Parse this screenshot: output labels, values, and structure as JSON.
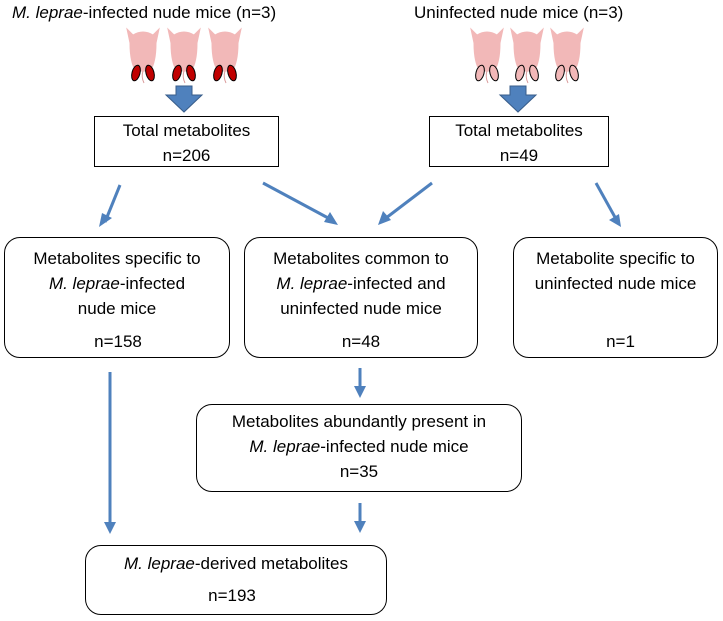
{
  "groups": {
    "infected": {
      "label_italic": "M. leprae",
      "label_rest": "-infected nude mice (n=3)"
    },
    "uninfected": {
      "label": "Uninfected nude mice (n=3)"
    }
  },
  "total_infected": {
    "title": "Total metabolites",
    "count": "n=206"
  },
  "total_uninfected": {
    "title": "Total metabolites",
    "count": "n=49"
  },
  "specific_infected": {
    "line1": "Metabolites specific to",
    "line2_italic": "M. leprae",
    "line2_rest": "-infected",
    "line3": "nude mice",
    "count": "n=158"
  },
  "common": {
    "line1": "Metabolites common to",
    "line2_italic": "M. leprae",
    "line2_rest": "-infected and",
    "line3": "uninfected nude mice",
    "count": "n=48"
  },
  "specific_uninfected": {
    "line1": "Metabolite specific to",
    "line2": "uninfected nude mice",
    "count": "n=1"
  },
  "abundant": {
    "line1": "Metabolites abundantly present  in",
    "line2_italic": "M. leprae",
    "line2_rest": "-infected nude mice",
    "count": "n=35"
  },
  "derived": {
    "line1_italic": "M. leprae",
    "line1_rest": "-derived metabolites",
    "count": "n=193"
  },
  "colors": {
    "arrow": "#4f81bd",
    "mouse_body": "#f2b8b8",
    "infected_foot": "#c00000",
    "uninfected_foot": "#f2b8b8",
    "outline": "#000000"
  }
}
